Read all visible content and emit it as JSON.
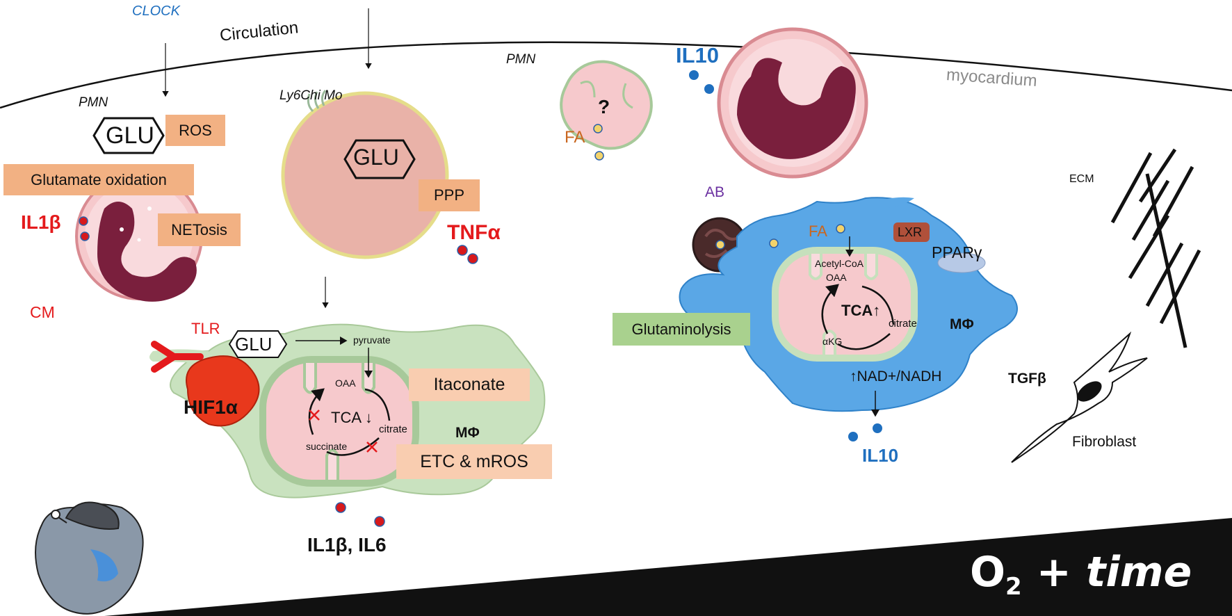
{
  "labels": {
    "clock": "CLOCK",
    "circulation": "Circulation",
    "pmn_left": "PMN",
    "pmn_mid": "PMN",
    "ly6chi": "Ly6Chi Mo",
    "myocardium": "myocardium",
    "glu": "GLU",
    "ros": "ROS",
    "glutamate_oxidation": "Glutamate oxidation",
    "il1b": "IL1β",
    "netosis": "NETosis",
    "ppp": "PPP",
    "tnfa": "TNFα",
    "cm": "CM",
    "tlr": "TLR",
    "pyruvate": "pyruvate",
    "hif1a": "HIF1α",
    "oaa": "OAA",
    "tca_down": "TCA ↓",
    "citrate": "citrate",
    "succinate": "succinate",
    "itaconate": "Itaconate",
    "etc_mros": "ETC & mROS",
    "mphi": "MΦ",
    "il1b_il6": "IL1β, IL6",
    "question": "?",
    "fa": "FA",
    "il10": "IL10",
    "ab": "AB",
    "lxr": "LXR",
    "pparg": "PPARγ",
    "acetyl_coa": "Acetyl-CoA",
    "tca_up": "TCA↑",
    "akg": "αKG",
    "glutaminolysis": "Glutaminolysis",
    "nad": "↑NAD+/NADH",
    "ecm": "ECM",
    "tgfb": "TGFβ",
    "fibroblast": "Fibroblast",
    "o2": "O",
    "o2_sub": "2",
    "plus_time": " + time"
  },
  "colors": {
    "orange_box": "#f2b183",
    "peach_box": "#f9cdb0",
    "green_box": "#a9d18e",
    "red_text": "#e41a1c",
    "blue_text": "#1f6fbf",
    "macrophage_green": "#c9e2bf",
    "macrophage_blue": "#5aa7e6",
    "cell_pink": "#f6c9cc",
    "nucleus": "#7a1f3d",
    "monocyte": "#e9b2a8"
  },
  "icons": {
    "glu": "hexagon",
    "cytokine": "dot",
    "inhibition": "red-cross",
    "heart": "heart-icon"
  }
}
